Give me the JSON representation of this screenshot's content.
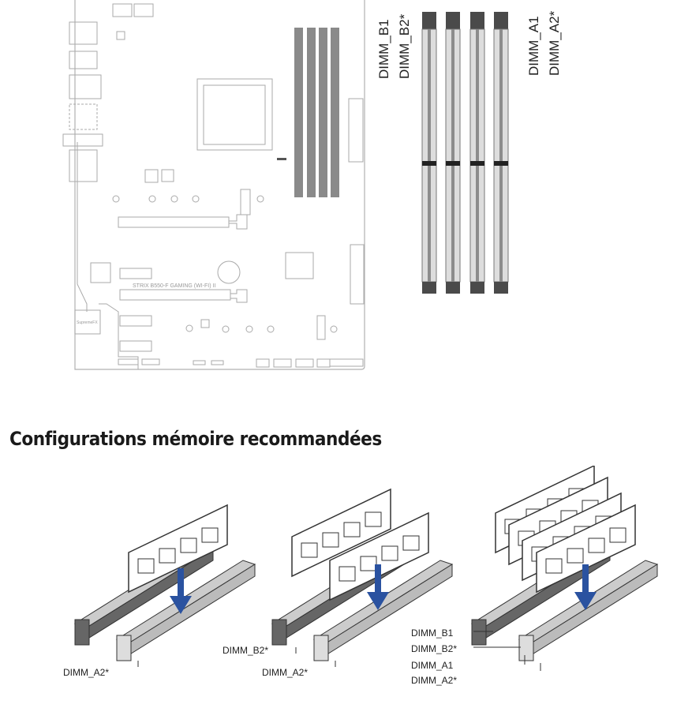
{
  "board": {
    "model_silkscreen": "STRIX B550-F GAMING (WI-FI) II",
    "audio_chip_label": "SupremeFX"
  },
  "slot_labels": {
    "b1": "DIMM_B1",
    "b2": "DIMM_B2*",
    "a1": "DIMM_A1",
    "a2": "DIMM_A2*"
  },
  "section_title": "Configurations mémoire recommandées",
  "configs": [
    {
      "labels": [
        "DIMM_A2*"
      ]
    },
    {
      "labels": [
        "DIMM_B2*",
        "DIMM_A2*"
      ]
    },
    {
      "labels": [
        "DIMM_B1",
        "DIMM_B2*",
        "DIMM_A1",
        "DIMM_A2*"
      ]
    }
  ],
  "colors": {
    "slot_dark": "#4a4a4a",
    "slot_grey": "#8c8c8c",
    "arrow_blue": "#2a52a0",
    "outline": "#b0b0b0"
  }
}
